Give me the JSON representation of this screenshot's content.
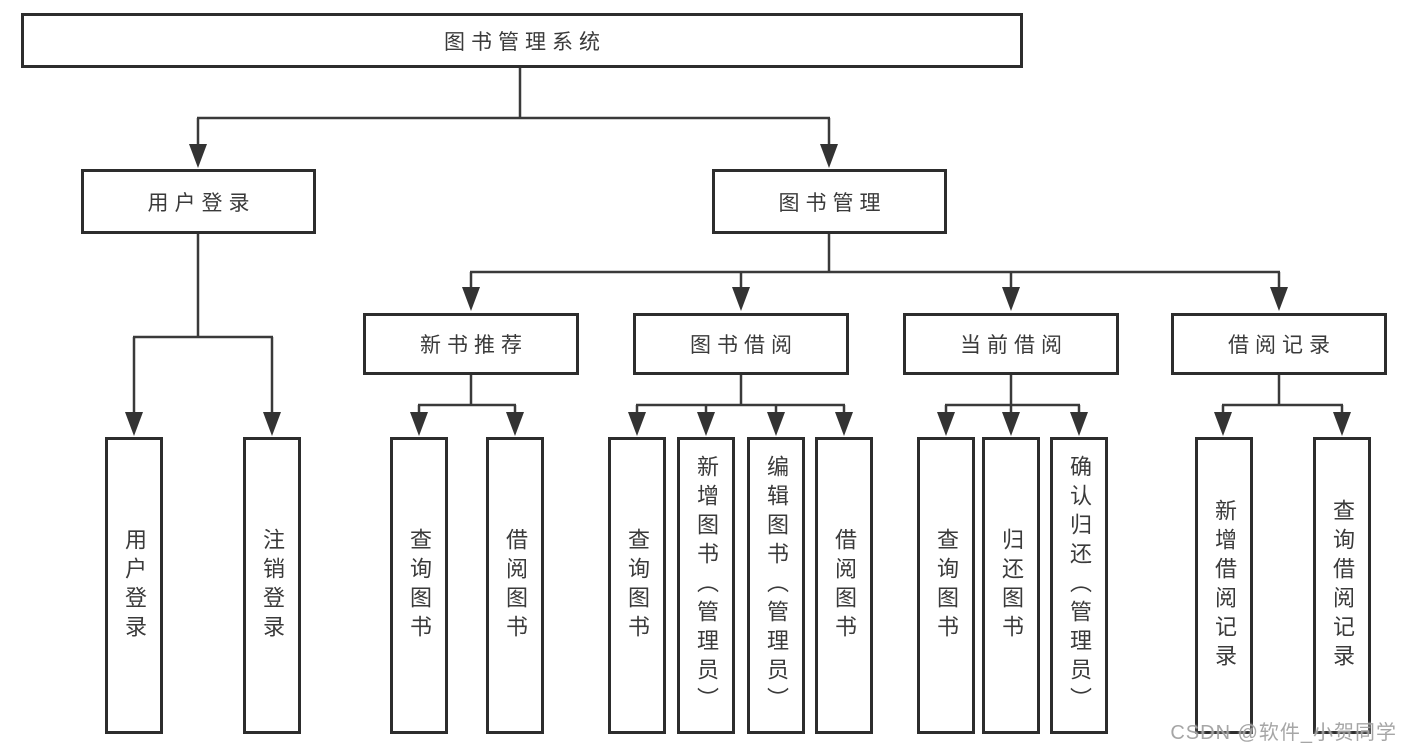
{
  "diagram": {
    "type": "hierarchy-tree",
    "line_color": "#3a3a3a",
    "box_border_color": "#2d2d2d",
    "root": {
      "label": "图书管理系统",
      "children": [
        {
          "label": "用户登录",
          "children": [
            {
              "label": "用户登录"
            },
            {
              "label": "注销登录"
            }
          ]
        },
        {
          "label": "图书管理",
          "children": [
            {
              "label": "新书推荐",
              "children": [
                {
                  "label": "查询图书"
                },
                {
                  "label": "借阅图书"
                }
              ]
            },
            {
              "label": "图书借阅",
              "children": [
                {
                  "label": "查询图书"
                },
                {
                  "label": "新增图书（管理员）"
                },
                {
                  "label": "编辑图书（管理员）"
                },
                {
                  "label": "借阅图书"
                }
              ]
            },
            {
              "label": "当前借阅",
              "children": [
                {
                  "label": "查询图书"
                },
                {
                  "label": "归还图书"
                },
                {
                  "label": "确认归还（管理员）"
                }
              ]
            },
            {
              "label": "借阅记录",
              "children": [
                {
                  "label": "新增借阅记录"
                },
                {
                  "label": "查询借阅记录"
                }
              ]
            }
          ]
        }
      ]
    }
  },
  "watermark": {
    "text": "CSDN @软件_小贺同学",
    "color": "#9e9e9e"
  }
}
